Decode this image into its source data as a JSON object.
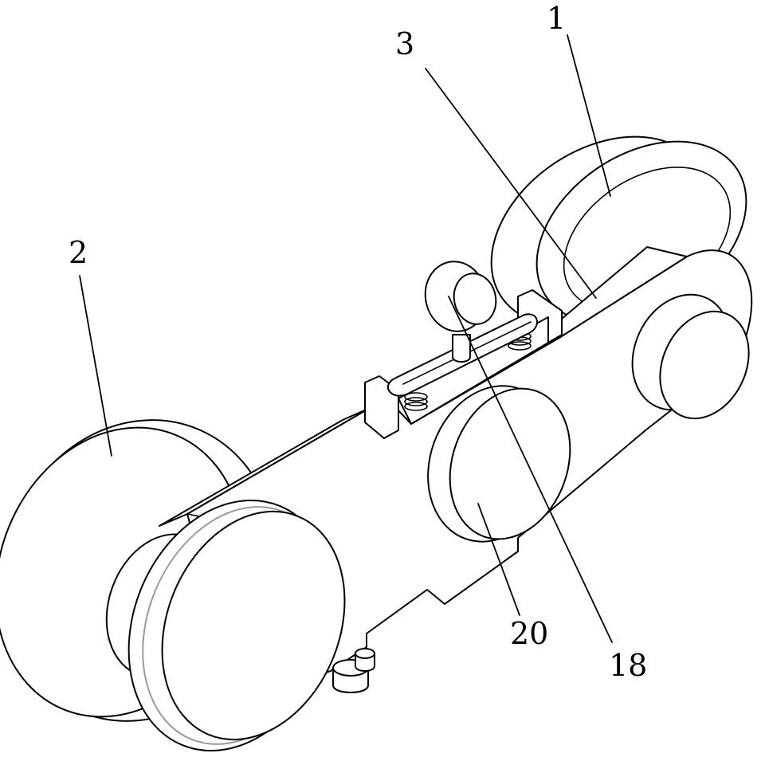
{
  "figure": {
    "colors": {
      "line": "#000000",
      "background": "#ffffff",
      "rim": "#9a9a9a"
    },
    "labels": {
      "l1": "1",
      "l2": "2",
      "l3": "3",
      "l18": "18",
      "l20": "20"
    }
  }
}
